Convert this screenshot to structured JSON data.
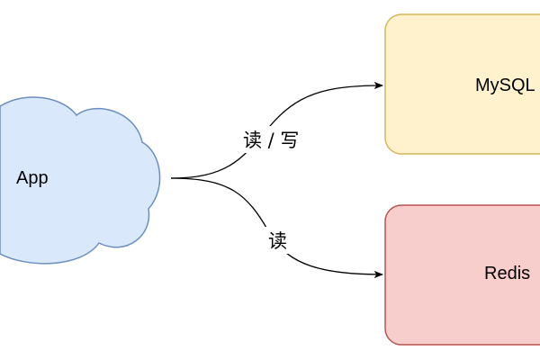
{
  "nodes": {
    "app": {
      "label": "App",
      "fill": "#dae8fc",
      "stroke": "#6c8ebf"
    },
    "mysql": {
      "label": "MySQL",
      "fill": "#fff2cc",
      "stroke": "#d6b656"
    },
    "redis": {
      "label": "Redis",
      "fill": "#f8cecc",
      "stroke": "#b85450"
    }
  },
  "edges": {
    "app_mysql": {
      "label": "读 / 写"
    },
    "app_redis": {
      "label": "读"
    }
  },
  "colors": {
    "edge": "#000000"
  }
}
